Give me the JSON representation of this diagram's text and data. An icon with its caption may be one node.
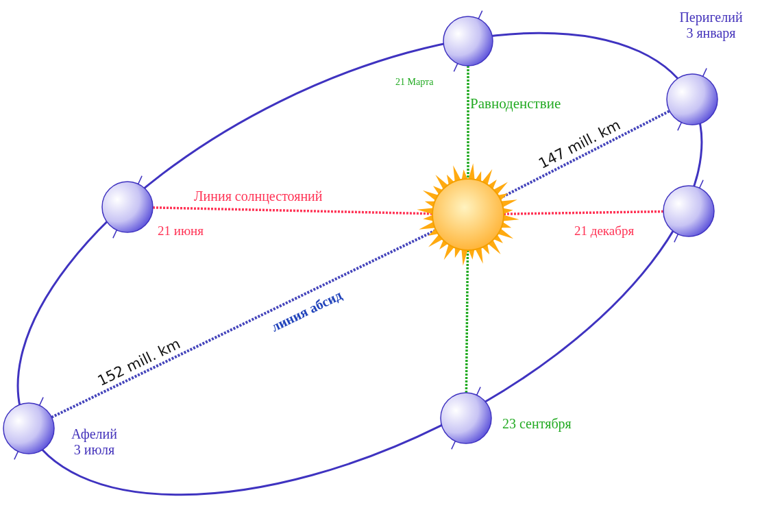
{
  "diagram": {
    "nodes": [
      {
        "text": [],
        "shape": "circle",
        "beside": [
          "21 Марта"
        ]
      },
      {
        "text": [],
        "shape": "circle",
        "beside": [
          "Перигелий 3 января"
        ]
      },
      {
        "text": [],
        "shape": "circle",
        "beside": [
          "21 июня"
        ]
      },
      {
        "text": [],
        "shape": "picture"
      },
      {
        "text": [],
        "shape": "circle",
        "beside": [
          "21 декабря"
        ]
      },
      {
        "text": [],
        "shape": "circle",
        "beside": [
          "23 сентября"
        ]
      },
      {
        "text": [],
        "shape": "circle",
        "beside": [
          "Афелий 3 июля"
        ]
      }
    ],
    "edges": [
      {
        "from": 2,
        "to": 3,
        "arrow": "none",
        "color": "#ff3355"
      },
      {
        "from": 3,
        "to": 4,
        "arrow": "none",
        "color": "#ff3355"
      },
      {
        "from": 0,
        "to": 3,
        "arrow": "none",
        "color": "#22aa22"
      },
      {
        "from": 3,
        "to": 5,
        "arrow": "none",
        "color": "#22aa22"
      },
      {
        "from": 6,
        "to": 3,
        "arrow": "none",
        "color": "#4444bb",
        "label": "152 mill. km"
      },
      {
        "from": 3,
        "to": 1,
        "arrow": "none",
        "color": "#4444bb",
        "label": "147 mill. km"
      }
    ],
    "labels": [
      "Равноденствие",
      "Линия солнцестояний",
      "линия абсид"
    ]
  }
}
